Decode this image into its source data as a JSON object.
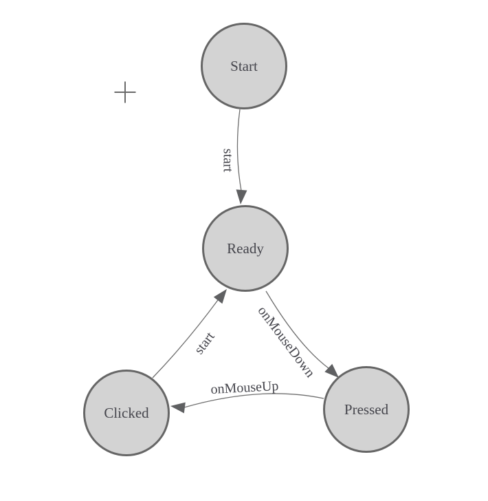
{
  "diagram": {
    "type": "state-machine",
    "nodes": [
      {
        "id": "start",
        "label": "Start"
      },
      {
        "id": "ready",
        "label": "Ready"
      },
      {
        "id": "clicked",
        "label": "Clicked"
      },
      {
        "id": "pressed",
        "label": "Pressed"
      }
    ],
    "edges": [
      {
        "from": "start",
        "to": "ready",
        "label": "start"
      },
      {
        "from": "ready",
        "to": "pressed",
        "label": "onMouseDown"
      },
      {
        "from": "pressed",
        "to": "clicked",
        "label": "onMouseUp"
      },
      {
        "from": "clicked",
        "to": "ready",
        "label": "start"
      }
    ]
  },
  "controls": {
    "add_icon": "plus-icon"
  },
  "colors": {
    "canvas-bg": "#ffffff",
    "node-fill": "#d3d3d3",
    "node-border": "#666666",
    "edge-stroke": "#6e6e6e",
    "arrow-fill": "#5f6062",
    "label-text": "#45454c",
    "plus-color": "#6a6a6a"
  }
}
